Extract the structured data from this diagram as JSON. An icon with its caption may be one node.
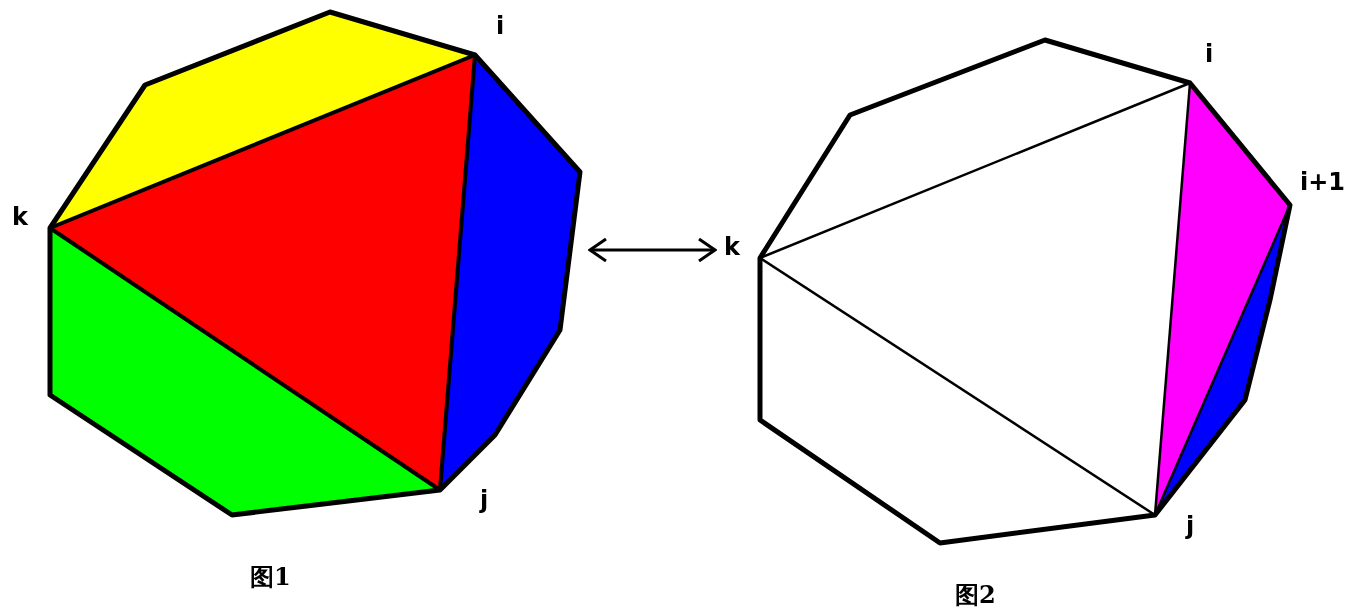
{
  "diagram": {
    "nodes": [
      {
        "text": [],
        "shape": "picture",
        "beside": [
          "图1"
        ]
      },
      {
        "text": [],
        "shape": "picture",
        "beside": [
          "图2"
        ]
      }
    ],
    "edges": [
      {
        "from": 0,
        "to": 1,
        "arrow": "both"
      }
    ],
    "labels": [
      "i",
      "k",
      "j",
      "i",
      "i+1",
      "k",
      "j"
    ]
  }
}
